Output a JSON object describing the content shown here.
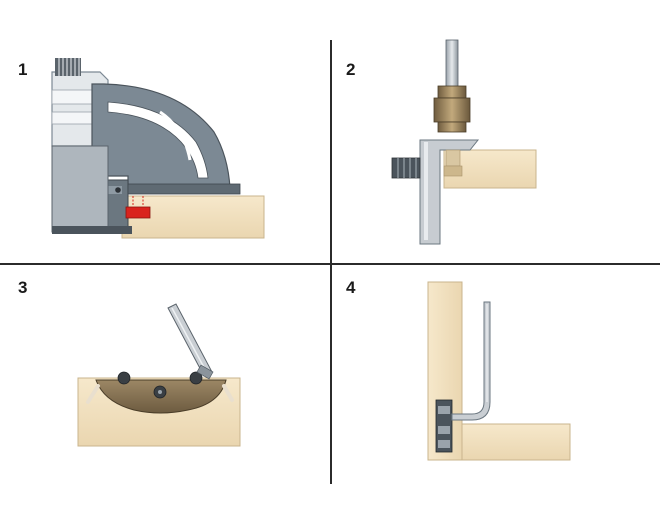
{
  "panels": [
    {
      "number": "1",
      "subject": "biscuit-joiner-on-workpiece"
    },
    {
      "number": "2",
      "subject": "drill-bit-and-guide-on-board-edge"
    },
    {
      "number": "3",
      "subject": "hex-key-tightening-connector-in-slot"
    },
    {
      "number": "4",
      "subject": "hex-key-in-corner-joint"
    }
  ],
  "colors": {
    "wood": "#f0dfbe",
    "wood_edge": "#c9b48d",
    "tool_gray": "#7c8994",
    "tool_dark": "#4b545c",
    "tool_light": "#dde2e6",
    "accent_red": "#d9231d",
    "divider": "#2b2b2b",
    "fitting_brown": "#8a7556",
    "hex_key": "#c9ced3"
  }
}
